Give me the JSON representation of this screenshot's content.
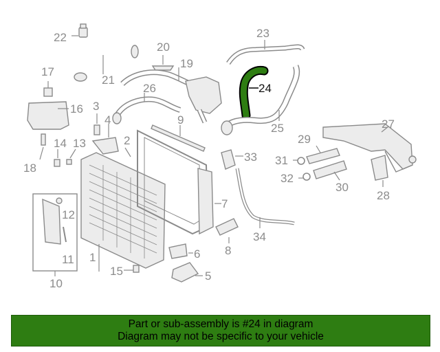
{
  "callouts": [
    "1",
    "2",
    "3",
    "4",
    "5",
    "6",
    "7",
    "8",
    "9",
    "10",
    "11",
    "12",
    "13",
    "14",
    "15",
    "16",
    "17",
    "18",
    "19",
    "20",
    "21",
    "22",
    "23",
    "24",
    "25",
    "26",
    "27",
    "28",
    "29",
    "30",
    "31",
    "32",
    "33",
    "34"
  ],
  "highlight_part": "24",
  "highlight_color": "#2e7d12",
  "banner": {
    "line1": "Part or sub-assembly is #24 in diagram",
    "line2": "Diagram may not be specific to your vehicle",
    "color": "#2e7d12"
  }
}
